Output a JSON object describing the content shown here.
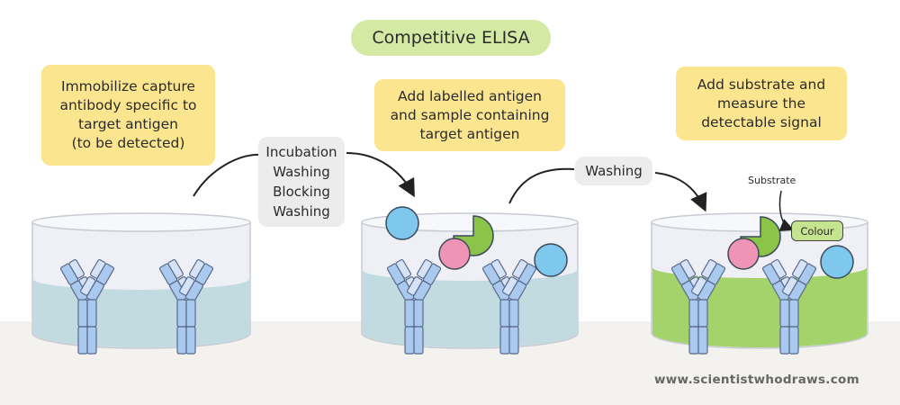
{
  "title": "Competitive ELISA",
  "steps": [
    {
      "lines": [
        "Immobilize capture",
        "antibody specific to",
        "target antigen",
        "(to be detected)"
      ]
    },
    {
      "lines": [
        "Add labelled antigen",
        "and sample containing",
        "target antigen"
      ]
    },
    {
      "lines": [
        "Add substrate and",
        "measure the",
        "detectable signal"
      ]
    }
  ],
  "transitions": [
    {
      "lines": [
        "Incubation",
        "Washing",
        "Blocking",
        "Washing"
      ]
    },
    {
      "lines": [
        "Washing"
      ]
    }
  ],
  "labels": {
    "substrate": "Substrate",
    "colour": "Colour"
  },
  "footer": {
    "url": "www.scientistwhodraws.com"
  },
  "colors": {
    "title_bg": "#d3e9a4",
    "note_bg": "#fbe68f",
    "liquid_blue": "#c2dbe0",
    "liquid_green": "#a5d36b",
    "antibody": "#a9c9ee",
    "antigen_blue": "#7ec8ee",
    "antigen_pink": "#ef94b5",
    "enzyme_green": "#8cc44a"
  }
}
